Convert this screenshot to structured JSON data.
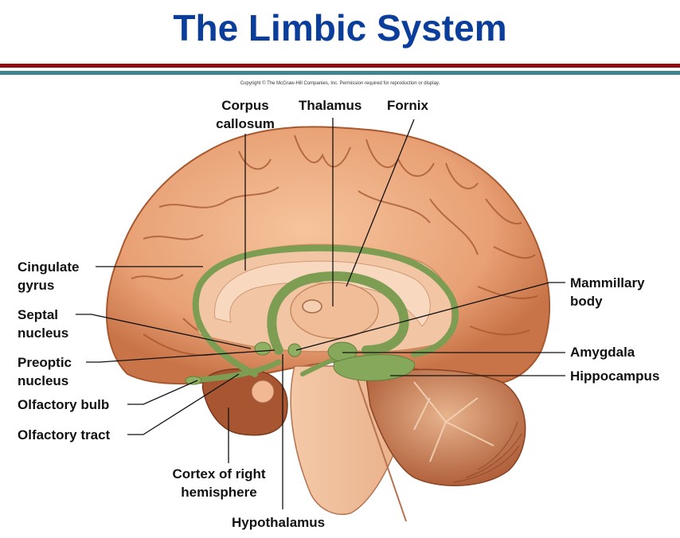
{
  "title": "The Limbic System",
  "copyright": "Copyright © The McGraw-Hill Companies, Inc. Permission required for reproduction or display.",
  "colors": {
    "title": "#0b3e9a",
    "rule_top": "#8b0d14",
    "rule_bottom": "#3f8590",
    "cortex": "#e8a57a",
    "cortex_dark": "#b8663c",
    "limbic_green": "#86a85a",
    "brainstem": "#f2c2a0",
    "cerebellum": "#c87a50"
  },
  "labels": {
    "corpus_callosum": [
      "Corpus",
      "callosum"
    ],
    "thalamus": "Thalamus",
    "fornix": "Fornix",
    "cingulate_gyrus": [
      "Cingulate",
      "gyrus"
    ],
    "septal_nucleus": [
      "Septal",
      "nucleus"
    ],
    "preoptic_nucleus": [
      "Preoptic",
      "nucleus"
    ],
    "olfactory_bulb": "Olfactory bulb",
    "olfactory_tract": "Olfactory tract",
    "cortex_right_hemisphere": [
      "Cortex of right",
      "hemisphere"
    ],
    "hypothalamus": "Hypothalamus",
    "mammillary_body": [
      "Mammillary",
      "body"
    ],
    "amygdala": "Amygdala",
    "hippocampus": "Hippocampus"
  }
}
